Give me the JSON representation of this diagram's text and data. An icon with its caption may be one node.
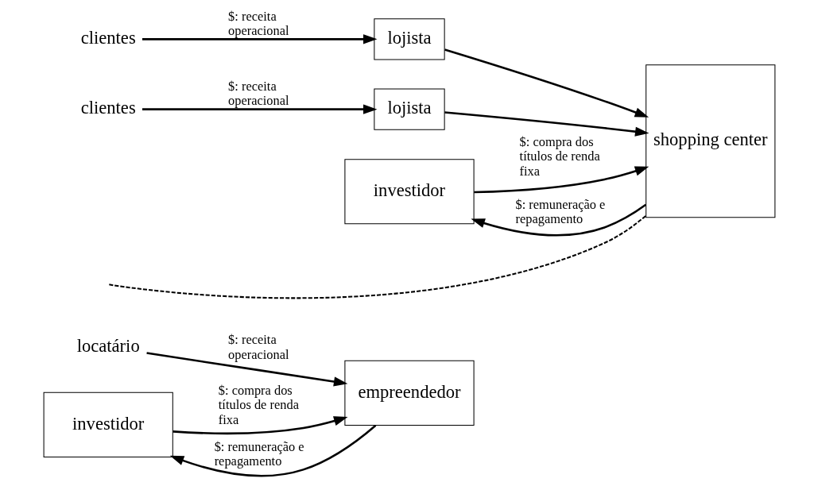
{
  "diagram": {
    "nodes": [
      {
        "text": [
          "locatário"
        ]
      },
      {
        "text": [
          "empreendedor"
        ]
      },
      {
        "text": [
          "investidor"
        ]
      },
      {
        "text": [
          "clientes"
        ]
      },
      {
        "text": [
          "lojista"
        ]
      },
      {
        "text": [
          "clientes"
        ]
      },
      {
        "text": [
          "lojista"
        ]
      },
      {
        "text": [
          "shopping center"
        ]
      },
      {
        "text": [
          "investidor"
        ]
      }
    ],
    "edges": [
      {
        "from": 0,
        "to": 1,
        "arrow": "to",
        "label": "$: receita operacional"
      },
      {
        "from": 2,
        "to": 1,
        "arrow": "to",
        "label": "$: compra dos títulos de renda fixa"
      },
      {
        "from": 1,
        "to": 2,
        "arrow": "to",
        "label": "$: remuneração e repagamento"
      },
      {
        "from": 3,
        "to": 4,
        "arrow": "to",
        "label": "$: receita operacional"
      },
      {
        "from": 5,
        "to": 6,
        "arrow": "to",
        "label": "$: receita operacional"
      },
      {
        "from": 4,
        "to": 7,
        "arrow": "to"
      },
      {
        "from": 6,
        "to": 7,
        "arrow": "to"
      },
      {
        "from": 8,
        "to": 7,
        "arrow": "to",
        "label": "$: compra dos títulos de renda fixa"
      },
      {
        "from": 7,
        "to": 8,
        "arrow": "to",
        "label": "$: remuneração e repagamento"
      },
      {
        "from": null,
        "to": 7,
        "arrow": "none",
        "style": "dashed"
      }
    ]
  }
}
